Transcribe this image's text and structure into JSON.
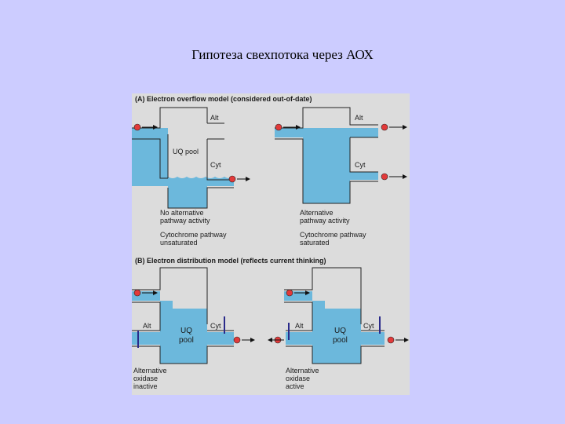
{
  "title": "Гипотеза свехпотока через АОХ",
  "figure": {
    "panel_a": {
      "header": "(A)  Electron overflow model (considered out-of-date)",
      "left": {
        "alt": "Alt",
        "pool": "UQ pool",
        "cyt": "Cyt",
        "caption1_l1": "No alternative",
        "caption1_l2": "pathway activity",
        "caption2_l1": "Cytochrome pathway",
        "caption2_l2": "unsaturated"
      },
      "right": {
        "alt": "Alt",
        "cyt": "Cyt",
        "caption1_l1": "Alternative",
        "caption1_l2": "pathway activity",
        "caption2_l1": "Cytochrome pathway",
        "caption2_l2": "saturated"
      }
    },
    "panel_b": {
      "header": "(B)  Electron distribution model (reflects current thinking)",
      "left": {
        "alt": "Alt",
        "pool1": "UQ",
        "pool2": "pool",
        "cyt": "Cyt",
        "caption_l1": "Alternative",
        "caption_l2": "oxidase",
        "caption_l3": "inactive"
      },
      "right": {
        "alt": "Alt",
        "pool1": "UQ",
        "pool2": "pool",
        "cyt": "Cyt",
        "caption_l1": "Alternative",
        "caption_l2": "oxidase",
        "caption_l3": "active"
      }
    },
    "electron_symbol": "e",
    "electron_charge": "−"
  },
  "colors": {
    "background": "#ccccff",
    "figure_background": "#dcdcdc",
    "water": "#6cb8dc",
    "electron": "#e23a3a",
    "valve": "#2a2a8a"
  }
}
